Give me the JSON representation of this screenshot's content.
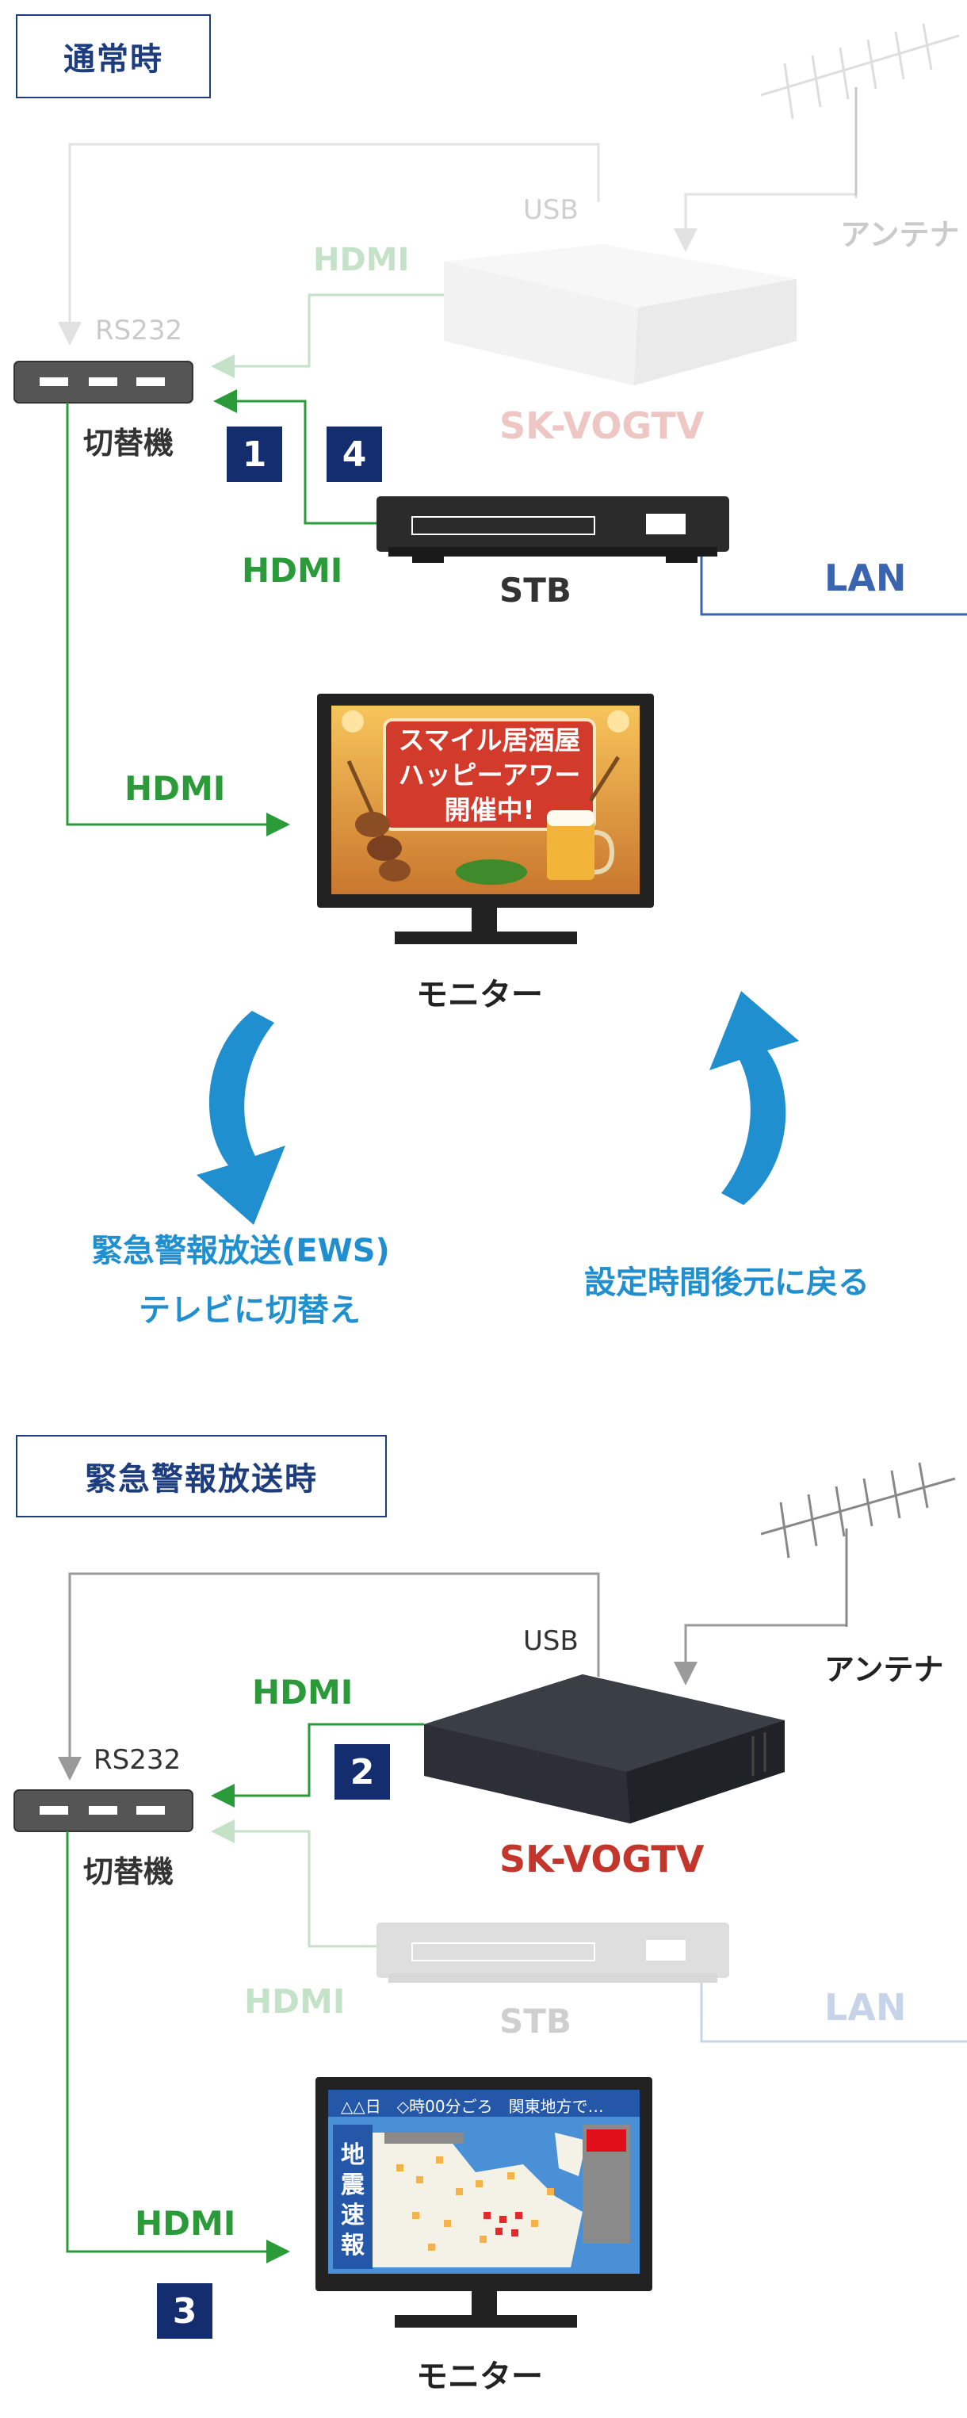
{
  "normal": {
    "title": "通常時",
    "usb": "USB",
    "antenna": "アンテナ",
    "hdmi_top": "HDMI",
    "rs232": "RS232",
    "device": "SK-VOGTV",
    "switcher": "切替機",
    "step1": "1",
    "step4": "4",
    "hdmi_stb": "HDMI",
    "stb": "STB",
    "lan": "LAN",
    "hdmi_monitor": "HDMI",
    "screen_line1": "スマイル居酒屋",
    "screen_line2": "ハッピーアワー",
    "screen_line3": "開催中!",
    "monitor": "モニター"
  },
  "transition": {
    "left_line1": "緊急警報放送(EWS)",
    "left_line2": "テレビに切替え",
    "right_line1": "設定時間後元に戻る"
  },
  "emergency": {
    "title": "緊急警報放送時",
    "usb": "USB",
    "antenna": "アンテナ",
    "hdmi_top": "HDMI",
    "rs232": "RS232",
    "step2": "2",
    "device": "SK-VOGTV",
    "switcher": "切替機",
    "hdmi_stb": "HDMI",
    "stb": "STB",
    "lan": "LAN",
    "hdmi_monitor": "HDMI",
    "step3": "3",
    "ticker": "△△日　◇時00分ごろ　関東地方で…",
    "quake_chars": [
      "地",
      "震",
      "速",
      "報"
    ],
    "monitor": "モニター"
  },
  "colors": {
    "navy": "#1d3d7e",
    "green": "#2b9b3a",
    "blue_lan": "#3a63b0",
    "red_device": "#c4352b",
    "cycle_blue": "#1f8fcf",
    "gray_line": "#9a9a9a"
  }
}
